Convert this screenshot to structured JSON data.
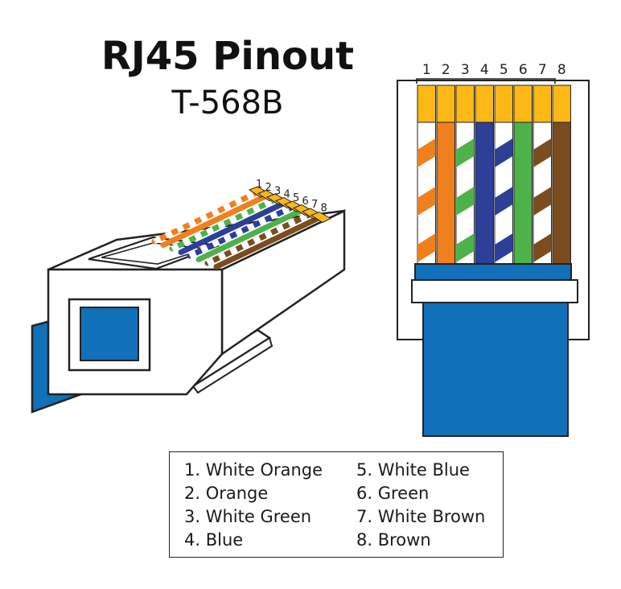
{
  "title": "RJ45 Pinout",
  "subtitle": "T-568B",
  "pin_numbers": [
    "1",
    "2",
    "3",
    "4",
    "5",
    "6",
    "7",
    "8"
  ],
  "wires": [
    {
      "pin": "1",
      "label": "1. White Orange",
      "color": "#f07f1e",
      "striped": true
    },
    {
      "pin": "2",
      "label": "2. Orange",
      "color": "#f07f1e",
      "striped": false
    },
    {
      "pin": "3",
      "label": "3. White Green",
      "color": "#4db24a",
      "striped": true
    },
    {
      "pin": "4",
      "label": "4. Blue",
      "color": "#2d3f97",
      "striped": false
    },
    {
      "pin": "5",
      "label": "5. White Blue",
      "color": "#2d3f97",
      "striped": true
    },
    {
      "pin": "6",
      "label": "6. Green",
      "color": "#4db24a",
      "striped": false
    },
    {
      "pin": "7",
      "label": "7. White Brown",
      "color": "#7a4c1f",
      "striped": true
    },
    {
      "pin": "8",
      "label": "8. Brown",
      "color": "#7a4c1f",
      "striped": false
    }
  ],
  "colors": {
    "contact_gold": "#fbb817",
    "cable_blue": "#1170b8",
    "outline": "#222222"
  }
}
